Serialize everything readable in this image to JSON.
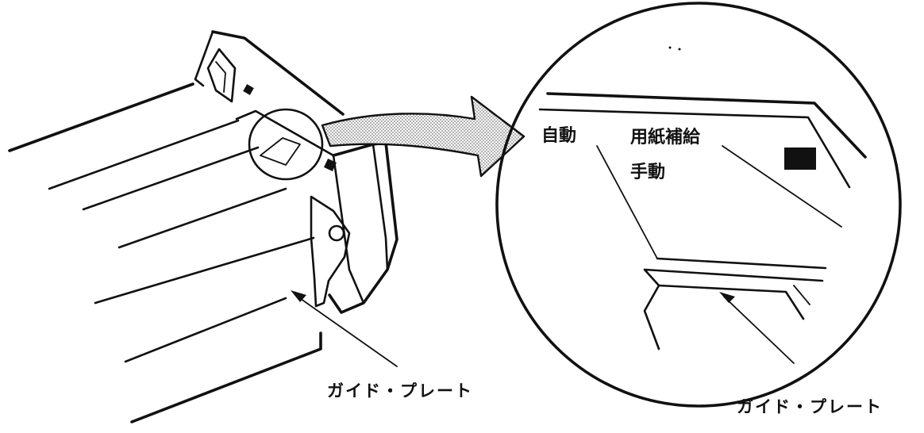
{
  "labels": {
    "guide_plate_left": "ガイド・プレート",
    "guide_plate_right": "ガイド・プレート",
    "auto": "自動",
    "paper_feed": "用紙補給",
    "manual": "手動"
  },
  "colors": {
    "ink": "#111111",
    "paper": "#ffffff",
    "arrow_fill": "#b5b5b5"
  }
}
